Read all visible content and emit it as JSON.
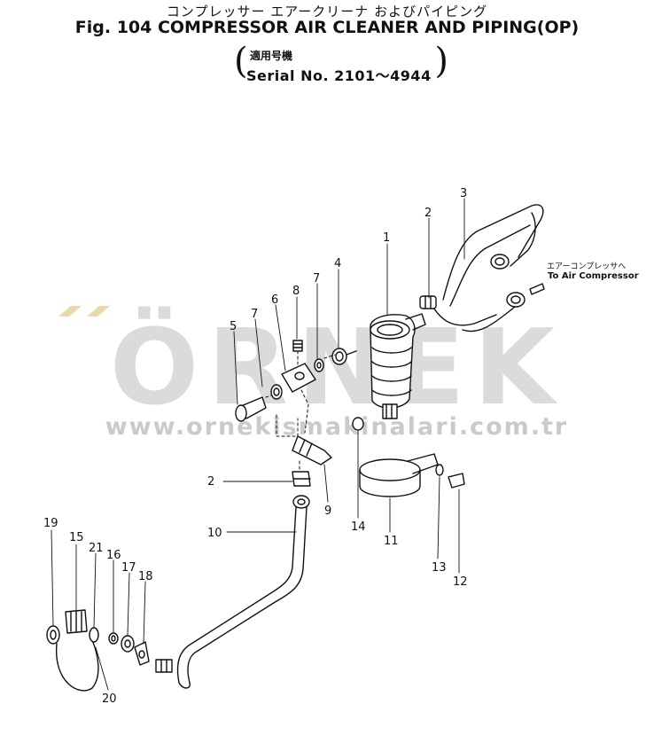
{
  "header": {
    "title_jp": "コンプレッサー エアークリーナ およびパイピング",
    "title_en": "Fig. 104 COMPRESSOR AIR CLEANER AND PIPING(OP)",
    "serial_jp": "適用号機",
    "serial_en": "Serial No. 2101～4944"
  },
  "annotation": {
    "to_air_jp": "エアーコンプレッサへ",
    "to_air_en": "To Air Compressor"
  },
  "watermark": {
    "word": "ÖRNEK",
    "url": "www.ornekismakinalari.com.tr"
  },
  "callouts": {
    "c1": "1",
    "c2a": "2",
    "c2b": "2",
    "c3": "3",
    "c4": "4",
    "c5": "5",
    "c6": "6",
    "c7a": "7",
    "c7b": "7",
    "c8": "8",
    "c9": "9",
    "c10": "10",
    "c11": "11",
    "c12": "12",
    "c13": "13",
    "c14": "14",
    "c15": "15",
    "c16": "16",
    "c17": "17",
    "c18": "18",
    "c19": "19",
    "c20": "20",
    "c21": "21"
  },
  "colors": {
    "ink": "#111111",
    "watermark": "#a0a0a0",
    "accent": "#e8d9a8"
  }
}
